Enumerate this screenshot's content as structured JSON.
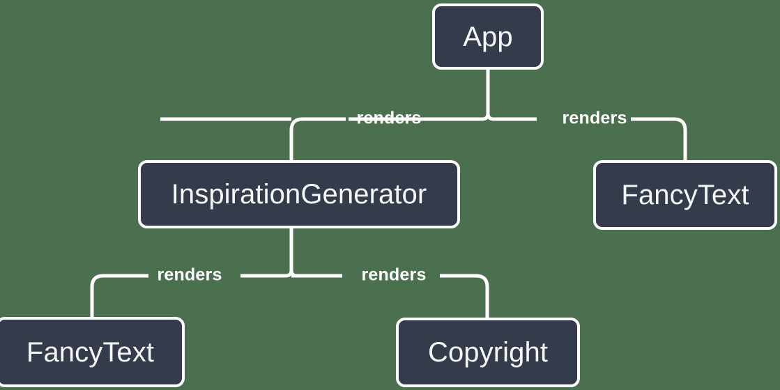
{
  "diagram": {
    "type": "component-tree",
    "background_color": "#4a7050",
    "node_fill_color": "#343b4a",
    "node_border_color": "#ffffff",
    "node_text_color": "#f4f6f8",
    "edge_color": "#ffffff",
    "edge_label_color": "#ffffff",
    "nodes": [
      {
        "id": "app",
        "label": "App",
        "level": 0
      },
      {
        "id": "inspiration_generator",
        "label": "InspirationGenerator",
        "level": 1
      },
      {
        "id": "fancy_text_top",
        "label": "FancyText",
        "level": 1
      },
      {
        "id": "fancy_text_bottom",
        "label": "FancyText",
        "level": 2
      },
      {
        "id": "copyright",
        "label": "Copyright",
        "level": 2
      }
    ],
    "edges": [
      {
        "from": "app",
        "to": "inspiration_generator",
        "label": "renders"
      },
      {
        "from": "app",
        "to": "fancy_text_top",
        "label": "renders"
      },
      {
        "from": "inspiration_generator",
        "to": "fancy_text_bottom",
        "label": "renders"
      },
      {
        "from": "inspiration_generator",
        "to": "copyright",
        "label": "renders"
      }
    ]
  }
}
